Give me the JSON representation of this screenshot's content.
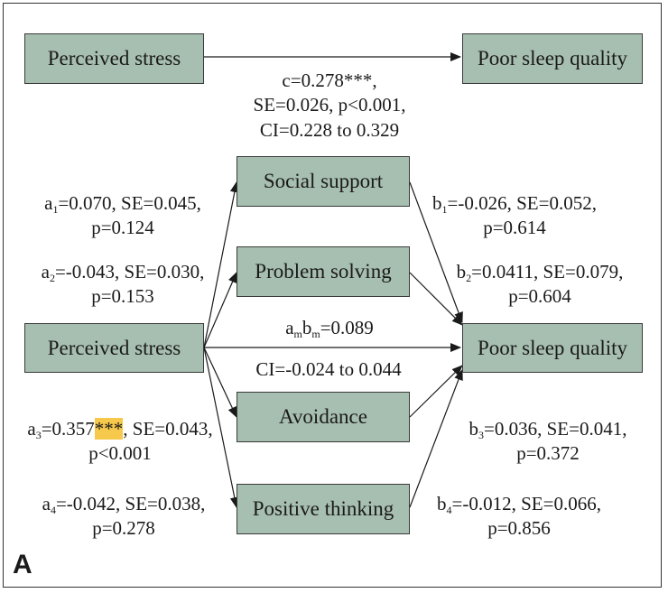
{
  "panel_letter": "A",
  "colors": {
    "box_fill": "#a7bfb0",
    "box_border": "#3a3a3a",
    "highlight": "#f6c84b",
    "line": "#1a1a1a"
  },
  "boxes": {
    "total_x": "Perceived stress",
    "total_y": "Poor sleep quality",
    "x": "Perceived stress",
    "y": "Poor sleep quality",
    "m1": "Social support",
    "m2": "Problem solving",
    "m3": "Avoidance",
    "m4": "Positive thinking"
  },
  "total_effect": {
    "line1": "c=0.278***,",
    "line2": "SE=0.026, p<0.001,",
    "line3": "CI=0.228 to 0.329"
  },
  "paths": {
    "a1": {
      "sym": "a",
      "sub": "1",
      "text": "=0.070, SE=0.045,",
      "p": "p=0.124"
    },
    "a2": {
      "sym": "a",
      "sub": "2",
      "text": "=-0.043, SE=0.030,",
      "p": "p=0.153"
    },
    "a3": {
      "sym": "a",
      "sub": "3",
      "pre": "=0.357",
      "stars": "***",
      "post": ", SE=0.043,",
      "p": "p<0.001"
    },
    "a4": {
      "sym": "a",
      "sub": "4",
      "text": "=-0.042, SE=0.038,",
      "p": "p=0.278"
    },
    "b1": {
      "sym": "b",
      "sub": "1",
      "text": "=-0.026, SE=0.052,",
      "p": "p=0.614"
    },
    "b2": {
      "sym": "b",
      "sub": "2",
      "text": "=0.0411, SE=0.079,",
      "p": "p=0.604"
    },
    "b3": {
      "sym": "b",
      "sub": "3",
      "text": "=0.036, SE=0.041,",
      "p": "p=0.372"
    },
    "b4": {
      "sym": "b",
      "sub": "4",
      "text": "=-0.012, SE=0.066,",
      "p": "p=0.856"
    }
  },
  "indirect": {
    "a": "a",
    "a_sub": "m",
    "b": "b",
    "b_sub": "m",
    "value": "=0.089",
    "ci": "CI=-0.024 to 0.044"
  }
}
